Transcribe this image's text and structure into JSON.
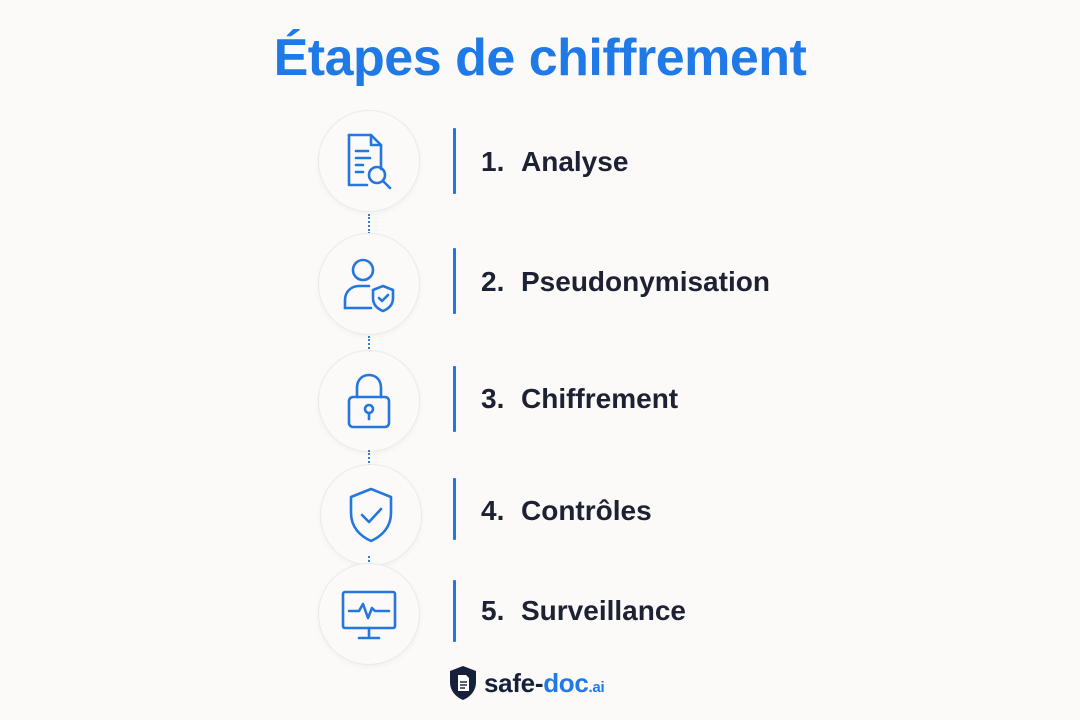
{
  "title": "Étapes de chiffrement",
  "steps": [
    {
      "number": "1.",
      "label": "Analyse",
      "icon": "document-search-icon"
    },
    {
      "number": "2.",
      "label": "Pseudonymisation",
      "icon": "user-shield-icon"
    },
    {
      "number": "3.",
      "label": "Chiffrement",
      "icon": "padlock-icon"
    },
    {
      "number": "4.",
      "label": "Contrôles",
      "icon": "shield-check-icon"
    },
    {
      "number": "5.",
      "label": "Surveillance",
      "icon": "monitor-pulse-icon"
    }
  ],
  "brand": {
    "name": "safe-",
    "accent": "doc",
    "tld": ".ai"
  },
  "colors": {
    "accent": "#1f7ae8",
    "text": "#1c2233",
    "background": "#fbfaf8"
  }
}
